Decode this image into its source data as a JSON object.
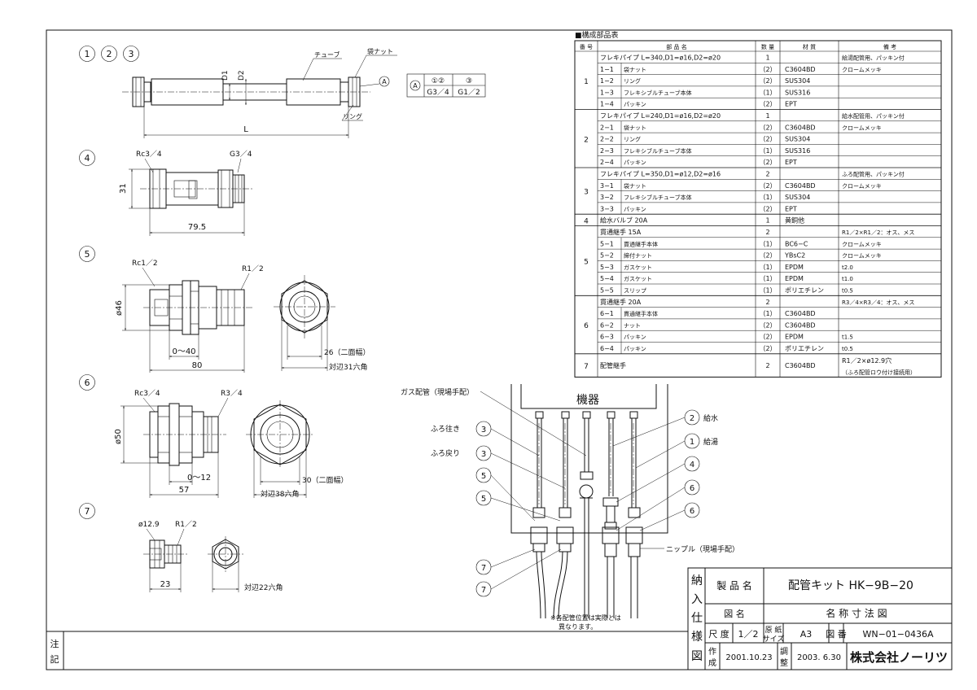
{
  "items_table": {
    "title": "■構成部品表",
    "headers": [
      "番 号",
      "部 品 名",
      "数 量",
      "材 質",
      "備 考"
    ],
    "rows": [
      {
        "no": "",
        "sub": "",
        "name": "フレキパイプ L=340,D1=ø16,D2=ø20",
        "qty": "1",
        "mat": "",
        "note": "給湯配管用、パッキン付"
      },
      {
        "no": "1",
        "sub": "1−1",
        "name": "袋ナット",
        "qty": "（2）",
        "mat": "C3604BD",
        "note": "クロームメッキ"
      },
      {
        "no": "",
        "sub": "1−2",
        "name": "リング",
        "qty": "（2）",
        "mat": "SUS304",
        "note": ""
      },
      {
        "no": "",
        "sub": "1−3",
        "name": "フレキシブルチューブ本体",
        "qty": "（1）",
        "mat": "SUS316",
        "note": ""
      },
      {
        "no": "",
        "sub": "1−4",
        "name": "パッキン",
        "qty": "（2）",
        "mat": "EPT",
        "note": ""
      },
      {
        "no": "",
        "sub": "",
        "name": "フレキパイプ L=240,D1=ø16,D2=ø20",
        "qty": "1",
        "mat": "",
        "note": "給水配管用、パッキン付"
      },
      {
        "no": "",
        "sub": "2−1",
        "name": "袋ナット",
        "qty": "（2）",
        "mat": "C3604BD",
        "note": "クロームメッキ"
      },
      {
        "no": "2",
        "sub": "2−2",
        "name": "リング",
        "qty": "（2）",
        "mat": "SUS304",
        "note": ""
      },
      {
        "no": "",
        "sub": "2−3",
        "name": "フレキシブルチューブ本体",
        "qty": "（1）",
        "mat": "SUS316",
        "note": ""
      },
      {
        "no": "",
        "sub": "2−4",
        "name": "パッキン",
        "qty": "（2）",
        "mat": "EPT",
        "note": ""
      },
      {
        "no": "",
        "sub": "",
        "name": "フレキパイプ L=350,D1=ø12,D2=ø16",
        "qty": "2",
        "mat": "",
        "note": "ふろ配管用、パッキン付"
      },
      {
        "no": "3",
        "sub": "3−1",
        "name": "袋ナット",
        "qty": "（2）",
        "mat": "C3604BD",
        "note": "クロームメッキ"
      },
      {
        "no": "",
        "sub": "3−2",
        "name": "フレキシブルチューブ本体",
        "qty": "（1）",
        "mat": "SUS304",
        "note": ""
      },
      {
        "no": "",
        "sub": "3−3",
        "name": "パッキン",
        "qty": "（2）",
        "mat": "EPT",
        "note": ""
      },
      {
        "no": "4",
        "sub": "",
        "name": "給水バルブ 20A",
        "qty": "1",
        "mat": "黄銅他",
        "note": ""
      },
      {
        "no": "",
        "sub": "",
        "name": "貫通継手 15A",
        "qty": "2",
        "mat": "",
        "note": "R1／2×R1／2：オス、メス"
      },
      {
        "no": "",
        "sub": "5−1",
        "name": "貫通継手本体",
        "qty": "（1）",
        "mat": "BC6−C",
        "note": "クロームメッキ"
      },
      {
        "no": "",
        "sub": "5−2",
        "name": "締付ナット",
        "qty": "（2）",
        "mat": "YBsC2",
        "note": "クロームメッキ"
      },
      {
        "no": "5",
        "sub": "5−3",
        "name": "ガスケット",
        "qty": "（1）",
        "mat": "EPDM",
        "note": "t2.0"
      },
      {
        "no": "",
        "sub": "5−4",
        "name": "ガスケット",
        "qty": "（1）",
        "mat": "EPDM",
        "note": "t1.0"
      },
      {
        "no": "",
        "sub": "5−5",
        "name": "スリップ",
        "qty": "（1）",
        "mat": "ポリエチレン",
        "note": "t0.5"
      },
      {
        "no": "",
        "sub": "",
        "name": "貫通継手 20A",
        "qty": "2",
        "mat": "",
        "note": "R3／4×R3／4：オス、メス"
      },
      {
        "no": "",
        "sub": "6−1",
        "name": "貫通継手本体",
        "qty": "（1）",
        "mat": "C3604BD",
        "note": ""
      },
      {
        "no": "6",
        "sub": "6−2",
        "name": "ナット",
        "qty": "（2）",
        "mat": "C3604BD",
        "note": ""
      },
      {
        "no": "",
        "sub": "6−3",
        "name": "パッキン",
        "qty": "（2）",
        "mat": "EPDM",
        "note": "t1.5"
      },
      {
        "no": "",
        "sub": "6−4",
        "name": "パッキン",
        "qty": "（2）",
        "mat": "ポリエチレン",
        "note": "t0.5"
      },
      {
        "no": "7",
        "sub": "",
        "name": "配管継手",
        "qty": "2",
        "mat": "C3604BD",
        "note": "R1／2×ø12.9穴",
        "note2": "（ふろ配管ロウ付け接続用）"
      }
    ]
  },
  "part1": {
    "numbers": [
      "1",
      "2",
      "3"
    ],
    "label_tube": "チューブ",
    "label_nut": "袋ナット",
    "label_ring": "リング",
    "label_a": "A",
    "label_d1": "D1",
    "label_d2": "D2",
    "label_l": "L",
    "thread_table": {
      "c0": "A",
      "h1": "①②",
      "h2": "③",
      "v1": "G3／4",
      "v2": "G1／2"
    }
  },
  "part4": {
    "num": "4",
    "left": "Rc3／4",
    "right": "G3／4",
    "height": "31",
    "length": "79.5"
  },
  "part5": {
    "num": "5",
    "left": "Rc1／2",
    "right": "R1／2",
    "dia": "ø46",
    "range": "0〜40",
    "length": "80",
    "flats": "26（二面幅）",
    "hex": "対辺31六角"
  },
  "part6": {
    "num": "6",
    "left": "Rc3／4",
    "right": "R3／4",
    "dia": "ø50",
    "range": "0〜12",
    "length": "57",
    "flats": "30（二面幅）",
    "hex": "対辺38六角"
  },
  "part7": {
    "num": "7",
    "left": "ø12.9",
    "right": "R1／2",
    "length": "23",
    "hex": "対辺22六角"
  },
  "install": {
    "device": "機器",
    "gas": "ガス配管（現場手配）",
    "bath_out": "ふろ往き",
    "bath_ret": "ふろ戻り",
    "water": "給水",
    "hot": "給湯",
    "nipple": "ニップル（現場手配）",
    "note1": "※各配管位置は実際とは",
    "note2": "異なります。",
    "balloons": {
      "b3a": "3",
      "b3b": "3",
      "b5a": "5",
      "b5b": "5",
      "b7a": "7",
      "b7b": "7",
      "b2": "2",
      "b1": "1",
      "b4": "4",
      "b6a": "6",
      "b6b": "6"
    }
  },
  "notes_box": {
    "c1": "注",
    "c2": "記"
  },
  "title_block": {
    "side": [
      "納",
      "入",
      "仕",
      "様",
      "図"
    ],
    "product_label": "製 品 名",
    "product_value": "配管キット HK−9B−20",
    "drawing_label": "図 名",
    "drawing_value": "名 称 寸 法 図",
    "scale_label": "尺 度",
    "scale_value": "1／2",
    "paper_label1": "原 紙",
    "paper_label2": "サイズ",
    "paper_value": "A3",
    "number_label": "図 番",
    "number_value": "WN−01−0436A",
    "made_label1": "作",
    "made_label2": "成",
    "made_value": "2001.10.23",
    "adj_label1": "調",
    "adj_label2": "整",
    "adj_value": "2003. 6.30",
    "company": "株式会社ノーリツ"
  }
}
